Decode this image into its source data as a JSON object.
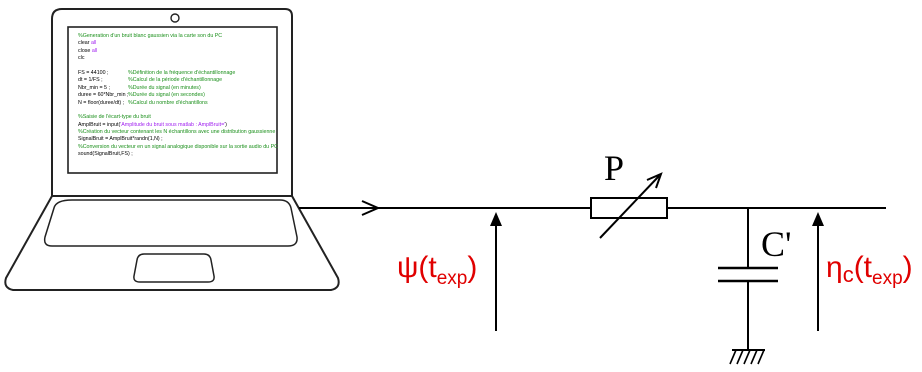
{
  "code_lines": [
    {
      "kind": "comment",
      "text": "%Generation d'un bruit blanc gaussien via la carte son du PC"
    },
    {
      "kind": "cmd",
      "code": "clear ",
      "arg": "all"
    },
    {
      "kind": "cmd",
      "code": "close ",
      "arg": "all"
    },
    {
      "kind": "plain",
      "code": "clc"
    },
    {
      "kind": "blank"
    },
    {
      "kind": "pair",
      "code": "FS = 44100 ;",
      "comment": "%Définition de la fréquence d'échantillonnage"
    },
    {
      "kind": "pair",
      "code": "dt = 1/FS ;",
      "comment": "%Calcul de la période d'échantillonnage"
    },
    {
      "kind": "pair",
      "code": "Nbr_min = 5 ;",
      "comment": "%Durée du signal (en minutes)"
    },
    {
      "kind": "pair",
      "code": "duree = 60*Nbr_min ;",
      "comment": "%Durée du signal (en secondes)"
    },
    {
      "kind": "pair",
      "code": "N = floor(duree/dt) ;",
      "comment": "%Calcul du nombre d'échantillons"
    },
    {
      "kind": "blank"
    },
    {
      "kind": "comment",
      "text": "%Saisie de l'écart-type du bruit"
    },
    {
      "kind": "input",
      "code": "AmplBruit = input(",
      "arg": "'Amplitude du bruit sous matlab : AmplBruit='",
      "tail": ")"
    },
    {
      "kind": "comment",
      "text": "%Création du vecteur contenant les N échantillons avec une distribution gaussienne"
    },
    {
      "kind": "plain",
      "code": "SignalBruit = AmplBruit*randn(1,N) ;"
    },
    {
      "kind": "comment",
      "text": "%Conversion du vecteur en un signal analogique disponible sur la sortie audio du PC"
    },
    {
      "kind": "plain",
      "code": "sound(SignalBruit,FS) ;"
    }
  ],
  "labels": {
    "potentiometer": "P",
    "capacitor": "C'",
    "input_symbol": "ψ",
    "input_open": "(t",
    "input_sub": "exp",
    "input_close": ")",
    "output_symbol": "η",
    "output_c": "c",
    "output_open": "(t",
    "output_sub": "exp",
    "output_close": ")"
  },
  "colors": {
    "label_red": "#e00000",
    "code_comment": "#1a8f1a",
    "code_string": "#a020f0",
    "line": "#000000"
  }
}
